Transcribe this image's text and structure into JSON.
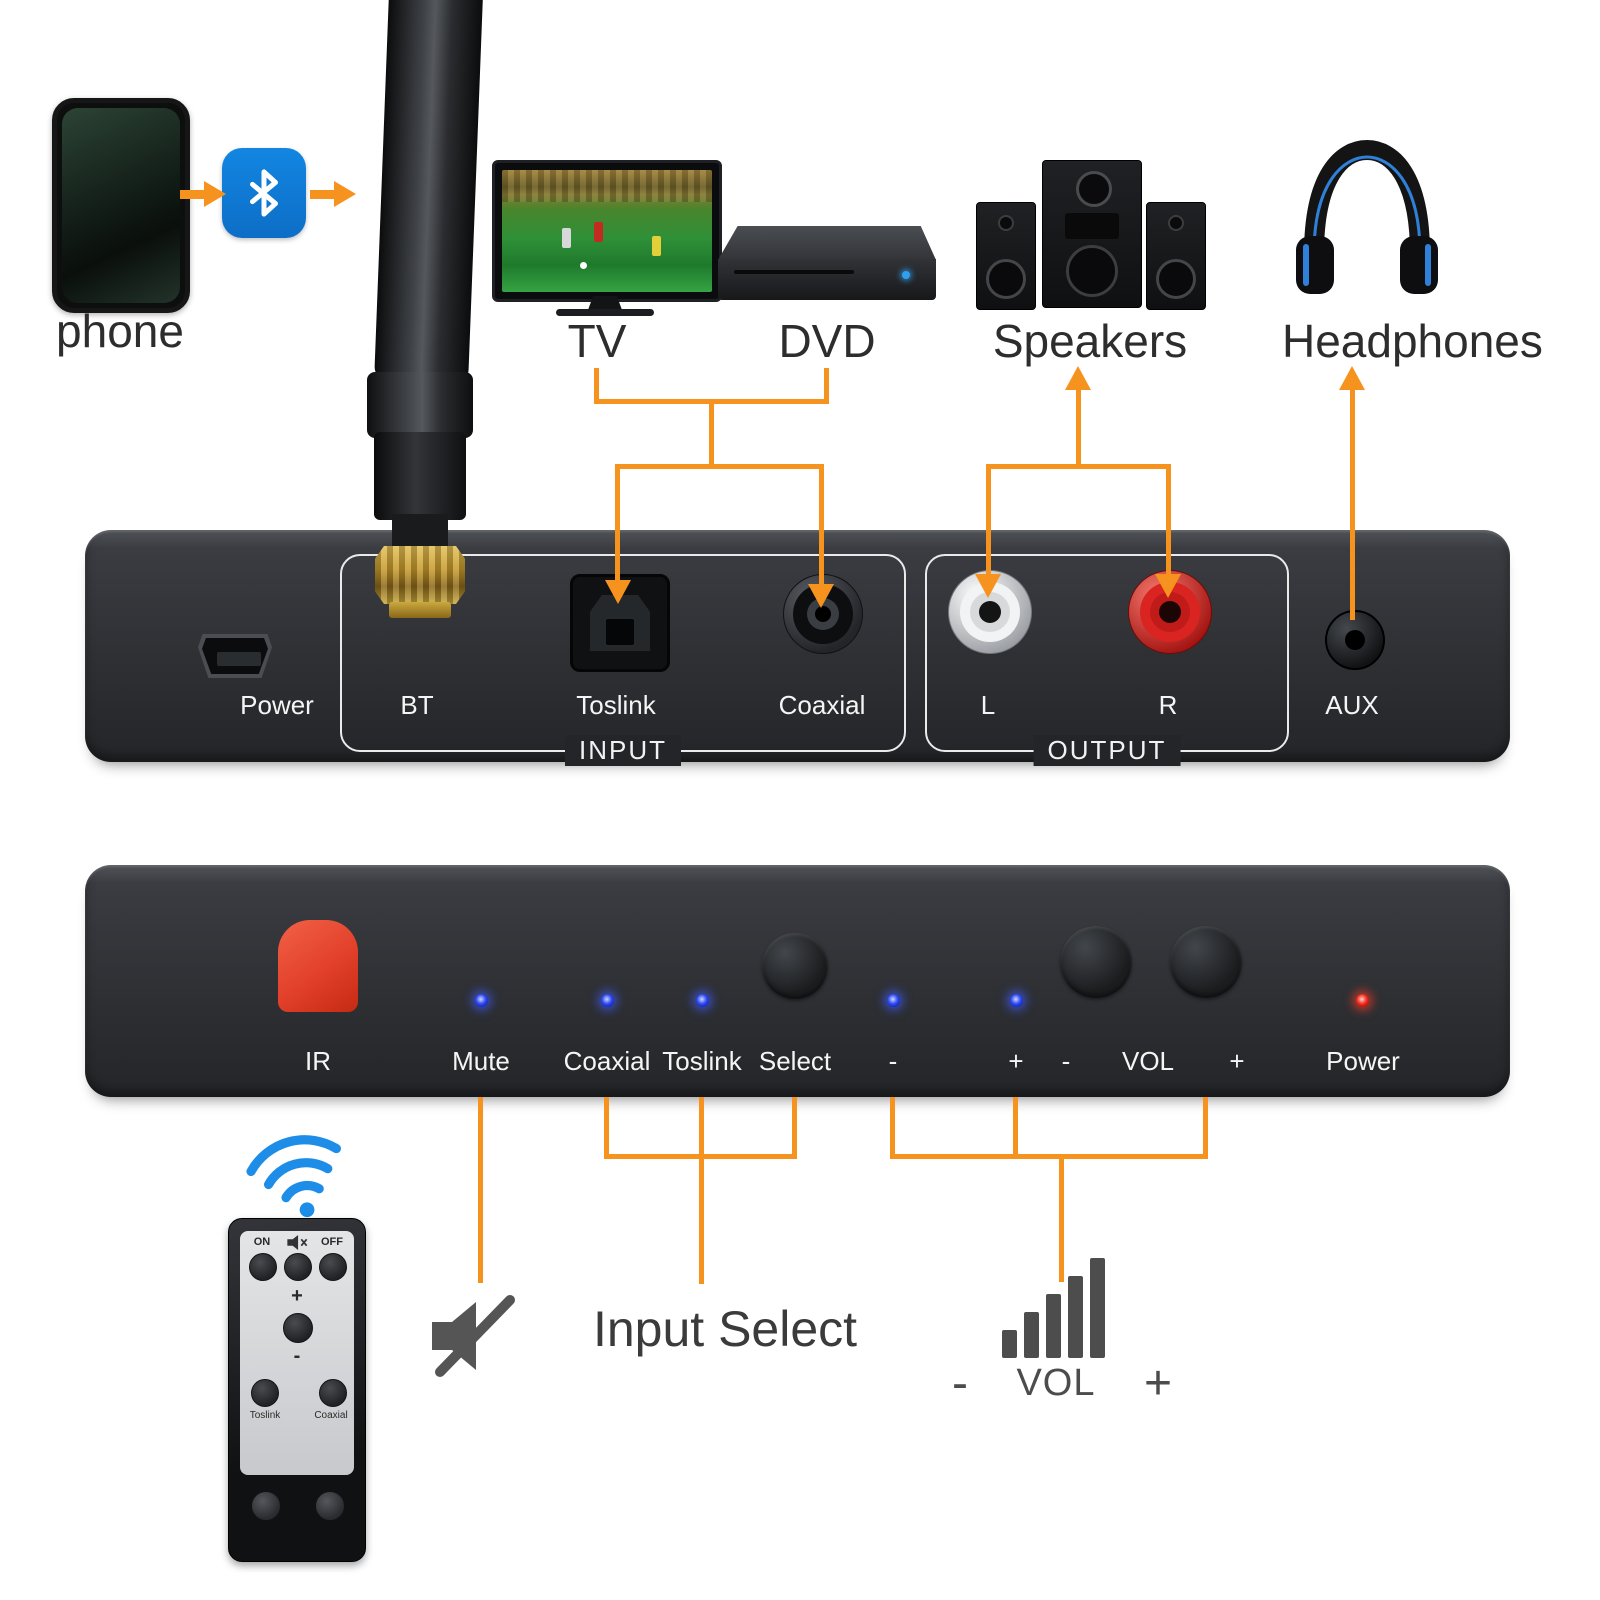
{
  "devices": {
    "phone": "phone",
    "tv": "TV",
    "dvd": "DVD",
    "speakers": "Speakers",
    "headphones": "Headphones"
  },
  "back_panel": {
    "power": "Power",
    "bt": "BT",
    "toslink": "Toslink",
    "coaxial": "Coaxial",
    "input_group": "INPUT",
    "left": "L",
    "right": "R",
    "output_group": "OUTPUT",
    "aux": "AUX"
  },
  "front_panel": {
    "ir": "IR",
    "mute": "Mute",
    "coaxial": "Coaxial",
    "toslink": "Toslink",
    "select": "Select",
    "minus": "-",
    "plus": "+",
    "vol_minus": "-",
    "vol": "VOL",
    "vol_plus": "+",
    "power": "Power"
  },
  "annotations": {
    "input_select": "Input Select",
    "vol_minus": "-",
    "vol": "VOL",
    "vol_plus": "+"
  },
  "remote": {
    "on": "ON",
    "off": "OFF",
    "plus": "+",
    "minus": "-",
    "toslink": "Toslink",
    "coaxial": "Coaxial"
  },
  "icons": {
    "bluetooth": "bluetooth-icon",
    "wifi": "wifi-signal-icon",
    "mute": "mute-speaker-icon",
    "volume": "volume-bars-icon"
  },
  "colors": {
    "accent_orange": "#F6921E",
    "bluetooth_blue": "#0D6EC6",
    "led_blue": "#2F4BF0",
    "led_red": "#F03022",
    "ir_red": "#E2402B",
    "panel_dark": "#2E3034"
  }
}
